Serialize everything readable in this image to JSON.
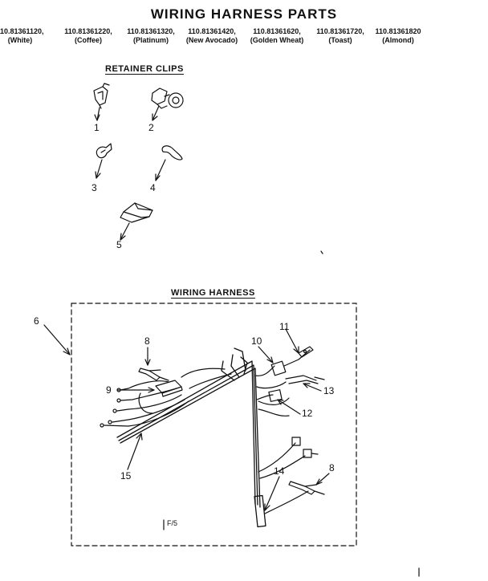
{
  "title": "WIRING HARNESS PARTS",
  "models": [
    {
      "number": "110.81361120,",
      "color": "(White)"
    },
    {
      "number": "110.81361220,",
      "color": "(Coffee)"
    },
    {
      "number": "110.81361320,",
      "color": "(Platinum)"
    },
    {
      "number": "110.81361420,",
      "color": "(New Avocado)"
    },
    {
      "number": "110.81361620,",
      "color": "(Golden Wheat)"
    },
    {
      "number": "110.81361720,",
      "color": "(Toast)"
    },
    {
      "number": "110.81361820",
      "color": "(Almond)"
    }
  ],
  "sections": {
    "retainer_clips": "RETAINER CLIPS",
    "wiring_harness": "WIRING HARNESS"
  },
  "callouts": [
    "1",
    "2",
    "3",
    "4",
    "5",
    "6",
    "8",
    "9",
    "10",
    "11",
    "13",
    "12",
    "15",
    "14",
    "8"
  ],
  "note": "F/5"
}
